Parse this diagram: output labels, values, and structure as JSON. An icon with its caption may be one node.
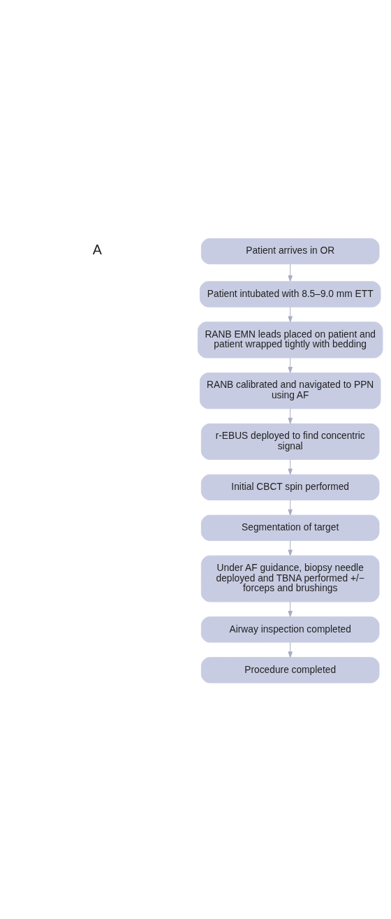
{
  "diagram": {
    "nodes": [
      {
        "text": [
          "Patient arrives in OR"
        ]
      },
      {
        "text": [
          "Patient intubated with 8.5–9.0 mm ETT"
        ]
      },
      {
        "text": [
          "RANB EMN leads placed on patient and patient wrapped tightly with bedding"
        ]
      },
      {
        "text": [
          "RANB calibrated and navigated to PPN using AF"
        ]
      },
      {
        "text": [
          "r-EBUS deployed to find concentric signal"
        ]
      },
      {
        "text": [
          "Initial CBCT spin performed"
        ]
      },
      {
        "text": [
          "Segmentation of target"
        ]
      },
      {
        "text": [
          "Under AF guidance, biopsy needle deployed and TBNA performed +/− forceps and brushings"
        ]
      },
      {
        "text": [
          "Airway inspection completed"
        ]
      },
      {
        "text": [
          "Procedure completed"
        ]
      }
    ],
    "edges": [
      {
        "from": 0,
        "to": 1,
        "arrow": "to"
      },
      {
        "from": 1,
        "to": 2,
        "arrow": "to"
      },
      {
        "from": 2,
        "to": 3,
        "arrow": "to"
      },
      {
        "from": 3,
        "to": 4,
        "arrow": "to"
      },
      {
        "from": 4,
        "to": 5,
        "arrow": "to"
      },
      {
        "from": 5,
        "to": 6,
        "arrow": "to"
      },
      {
        "from": 6,
        "to": 7,
        "arrow": "to"
      },
      {
        "from": 7,
        "to": 8,
        "arrow": "to"
      },
      {
        "from": 8,
        "to": 9,
        "arrow": "to"
      }
    ],
    "labels": [
      "A"
    ]
  }
}
